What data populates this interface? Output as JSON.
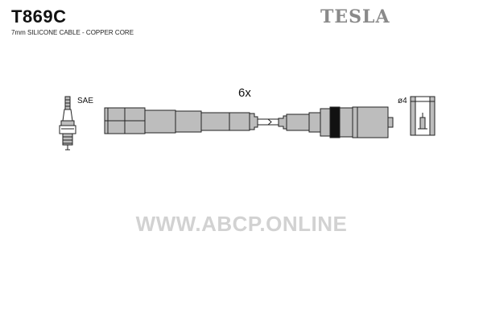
{
  "header": {
    "part_code": "T869C",
    "subtitle": "7mm SILICONE CABLE - COPPER CORE",
    "brand": "TESLA"
  },
  "diagram": {
    "spark_plug_label": "SAE",
    "quantity_label": "6x",
    "terminal_label": "ø4"
  },
  "watermark": "WWW.ABCP.ONLINE",
  "colors": {
    "line": "#222222",
    "boot_fill": "#bdbdbd",
    "ring_fill": "#111111",
    "brand": "#8a8a8a",
    "watermark": "#d2d2d2"
  }
}
